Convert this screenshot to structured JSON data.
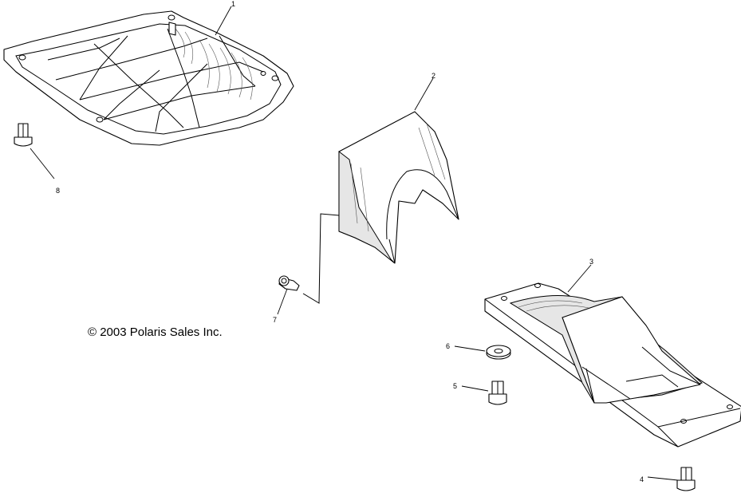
{
  "copyright": "© 2003 Polaris Sales Inc.",
  "callouts": {
    "c1": "1",
    "c2": "2",
    "c3": "3",
    "c4": "4",
    "c5": "5",
    "c6": "6",
    "c7": "7",
    "c8": "8"
  }
}
